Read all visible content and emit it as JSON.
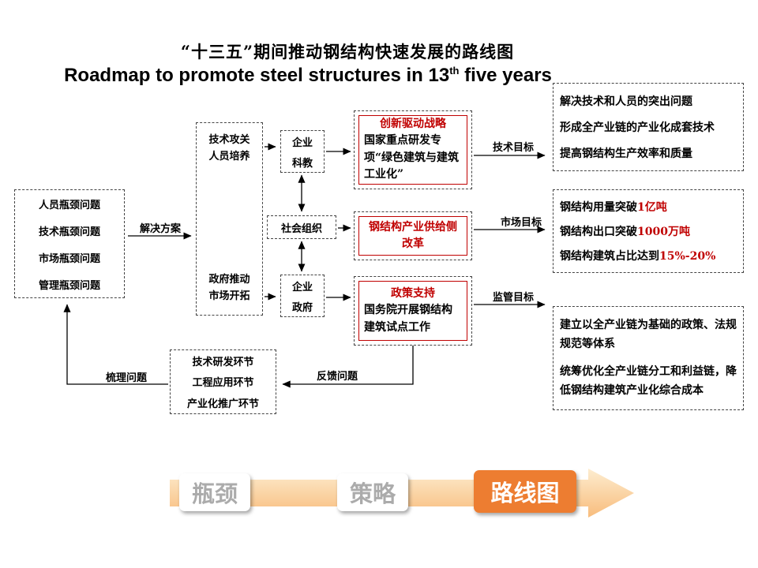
{
  "title": {
    "zh": "“十三五”期间推动钢结构快速发展的路线图",
    "en_pre": "Roadmap to promote steel structures in 13",
    "en_sup": "th",
    "en_post": " five years"
  },
  "bottleneck_box": {
    "lines": [
      "人员瓶颈问题",
      "技术瓶颈问题",
      "市场瓶颈问题",
      "管理瓶颈问题"
    ]
  },
  "labels": {
    "solution": "解决方案",
    "tech_goal": "技术目标",
    "market_goal": "市场目标",
    "regulation_goal": "监管目标",
    "feedback": "反馈问题",
    "sort_out": "梳理问题"
  },
  "middle_box": {
    "top_line1": "技术攻关",
    "top_line2": "人员培养",
    "bottom_line1": "政府推动",
    "bottom_line2": "市场开拓"
  },
  "actors": {
    "top_line1": "企业",
    "top_line2": "科教",
    "mid": "社会组织",
    "bottom_line1": "企业",
    "bottom_line2": "政府"
  },
  "strategies": [
    {
      "title": "创新驱动战略",
      "body": "国家重点研发专项“绿色建筑与建筑工业化”"
    },
    {
      "title": "钢结构产业供给侧改革",
      "body": ""
    },
    {
      "title": "政策支持",
      "body": "国务院开展钢结构建筑试点工作"
    }
  ],
  "goals": {
    "tech": [
      "解决技术和人员的突出问题",
      "形成全产业链的产业化成套技术",
      "提高钢结构生产效率和质量"
    ],
    "market": [
      {
        "pre": "钢结构用量突破",
        "em": "1亿吨"
      },
      {
        "pre": "钢结构出口突破",
        "em": "1000万吨"
      },
      {
        "pre": "钢结构建筑占比达到",
        "em": "15%-20%"
      }
    ],
    "regulation": [
      "建立以全产业链为基础的政策、法规规范等体系",
      "统筹优化全产业链分工和利益链，降低钢结构建筑产业化综合成本"
    ]
  },
  "feedback_box": {
    "lines": [
      "技术研发环节",
      "工程应用环节",
      "产业化推广环节"
    ]
  },
  "banner": {
    "steps": [
      {
        "label": "瓶颈",
        "active": false
      },
      {
        "label": "策略",
        "active": false
      },
      {
        "label": "路线图",
        "active": true
      }
    ]
  },
  "colors": {
    "highlight_red": "#C00000",
    "active_orange": "#ED7D31",
    "inactive_gray": "#ABABAB",
    "arrow_gradient_top": "#FDEDD0",
    "arrow_gradient_bottom": "#F8BC7C"
  }
}
